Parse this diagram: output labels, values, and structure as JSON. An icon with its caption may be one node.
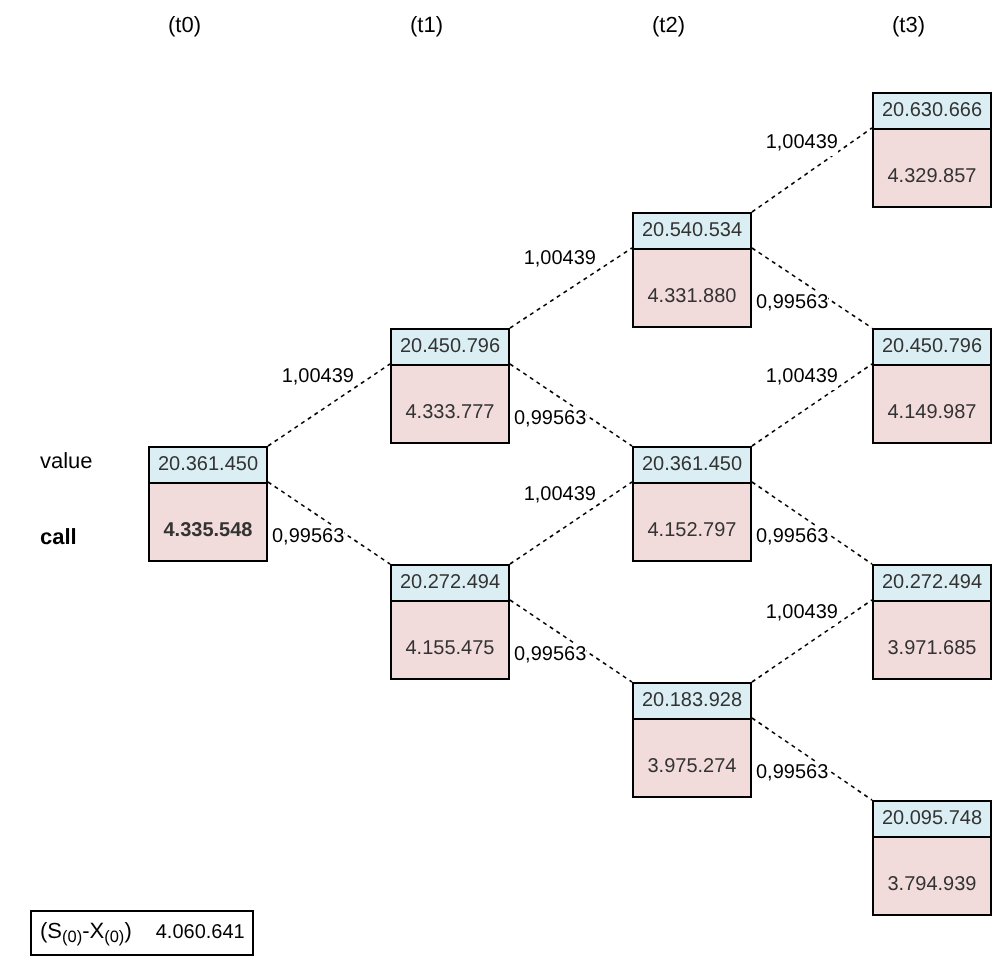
{
  "diagram": {
    "nodes": [
      {
        "text": [
          "20.361.450",
          "4.335.548"
        ]
      },
      {
        "text": [
          "20.450.796",
          "4.333.777"
        ]
      },
      {
        "text": [
          "20.272.494",
          "4.155.475"
        ]
      },
      {
        "text": [
          "20.540.534",
          "4.331.880"
        ]
      },
      {
        "text": [
          "20.361.450",
          "4.152.797"
        ]
      },
      {
        "text": [
          "20.183.928",
          "3.975.274"
        ]
      },
      {
        "text": [
          "20.630.666",
          "4.329.857"
        ]
      },
      {
        "text": [
          "20.450.796",
          "4.149.987"
        ]
      },
      {
        "text": [
          "20.272.494",
          "3.971.685"
        ]
      },
      {
        "text": [
          "20.095.748",
          "3.794.939"
        ]
      },
      {
        "text": [
          "(S$_{(0)}$-X$_{(0)}$)",
          "4.060.641"
        ]
      }
    ],
    "edges": [
      {
        "from": 0,
        "to": 1,
        "arrow": "none",
        "style": "dashed",
        "label": "1,00439"
      },
      {
        "from": 0,
        "to": 2,
        "arrow": "none",
        "style": "dashed",
        "label": "0,99563"
      },
      {
        "from": 1,
        "to": 3,
        "arrow": "none",
        "style": "dashed",
        "label": "1,00439"
      },
      {
        "from": 1,
        "to": 4,
        "arrow": "none",
        "style": "dashed",
        "label": "0,99563"
      },
      {
        "from": 2,
        "to": 4,
        "arrow": "none",
        "style": "dashed",
        "label": "1,00439"
      },
      {
        "from": 2,
        "to": 5,
        "arrow": "none",
        "style": "dashed",
        "label": "0,99563"
      },
      {
        "from": 3,
        "to": 6,
        "arrow": "none",
        "style": "dashed",
        "label": "1,00439"
      },
      {
        "from": 3,
        "to": 7,
        "arrow": "none",
        "style": "dashed",
        "label": "0,99563"
      },
      {
        "from": 4,
        "to": 7,
        "arrow": "none",
        "style": "dashed",
        "label": "1,00439"
      },
      {
        "from": 4,
        "to": 8,
        "arrow": "none",
        "style": "dashed",
        "label": "0,99563"
      },
      {
        "from": 5,
        "to": 8,
        "arrow": "none",
        "style": "dashed",
        "label": "1,00439"
      },
      {
        "from": 5,
        "to": 9,
        "arrow": "none",
        "style": "dashed",
        "label": "0,99563"
      }
    ],
    "labels": [
      "(t0)",
      "(t1)",
      "(t2)",
      "(t3)",
      "value",
      "call"
    ]
  }
}
